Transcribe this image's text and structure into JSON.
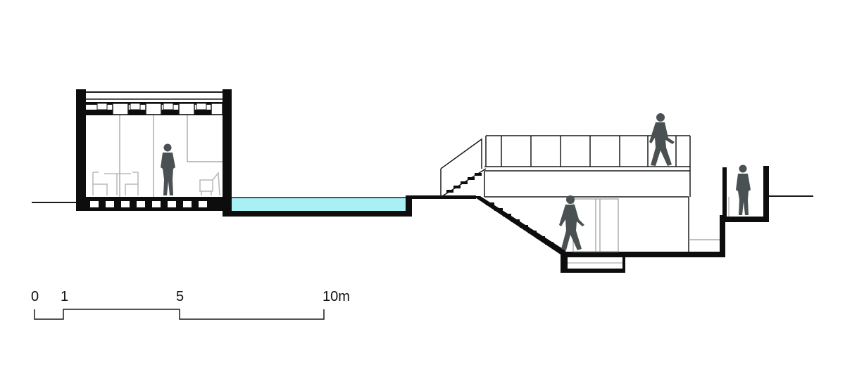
{
  "colors": {
    "wall": "#0d0d0d",
    "line": "#1a1a1a",
    "glass_line": "#9a9a9a",
    "pool_water": "#a9f0f4",
    "figure": "#4a5152",
    "furniture": "#b8b8b8",
    "background": "#ffffff"
  },
  "scale_bar": {
    "labels": [
      "0",
      "1",
      "5",
      "10m"
    ]
  },
  "figures": [
    {
      "name": "person-pavilion",
      "pose": "standing"
    },
    {
      "name": "person-roof-deck",
      "pose": "walking"
    },
    {
      "name": "person-stairs",
      "pose": "walking"
    },
    {
      "name": "person-right-pit",
      "pose": "standing"
    }
  ]
}
